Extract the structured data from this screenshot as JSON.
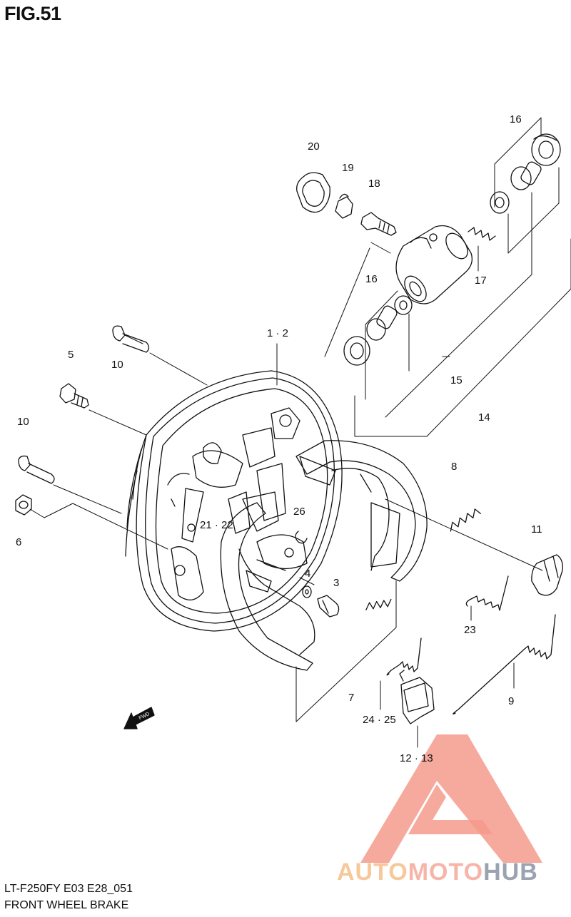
{
  "figure": {
    "title": "FIG.51",
    "model_code": "LT-F250FY E03 E28_051",
    "name": "FRONT WHEEL BRAKE"
  },
  "callouts": {
    "c1_2": "1 · 2",
    "c3": "3",
    "c4": "4",
    "c5": "5",
    "c6": "6",
    "c7": "7",
    "c8": "8",
    "c9": "9",
    "c10a": "10",
    "c10b": "10",
    "c11": "11",
    "c12_13": "12 · 13",
    "c14": "14",
    "c15": "15",
    "c16a": "16",
    "c16b": "16",
    "c17": "17",
    "c18": "18",
    "c19": "19",
    "c20": "20",
    "c21_22": "21 · 22",
    "c23": "23",
    "c24_25": "24 · 25",
    "c26": "26"
  },
  "fwd_label": "FWD",
  "watermark": {
    "part_a": "AUTO",
    "part_b": "MOTO",
    "part_c": "HUB",
    "colors": {
      "light_red": "#f49a8c",
      "orange": "#f6c89a",
      "gray": "#9ba3b0"
    }
  }
}
